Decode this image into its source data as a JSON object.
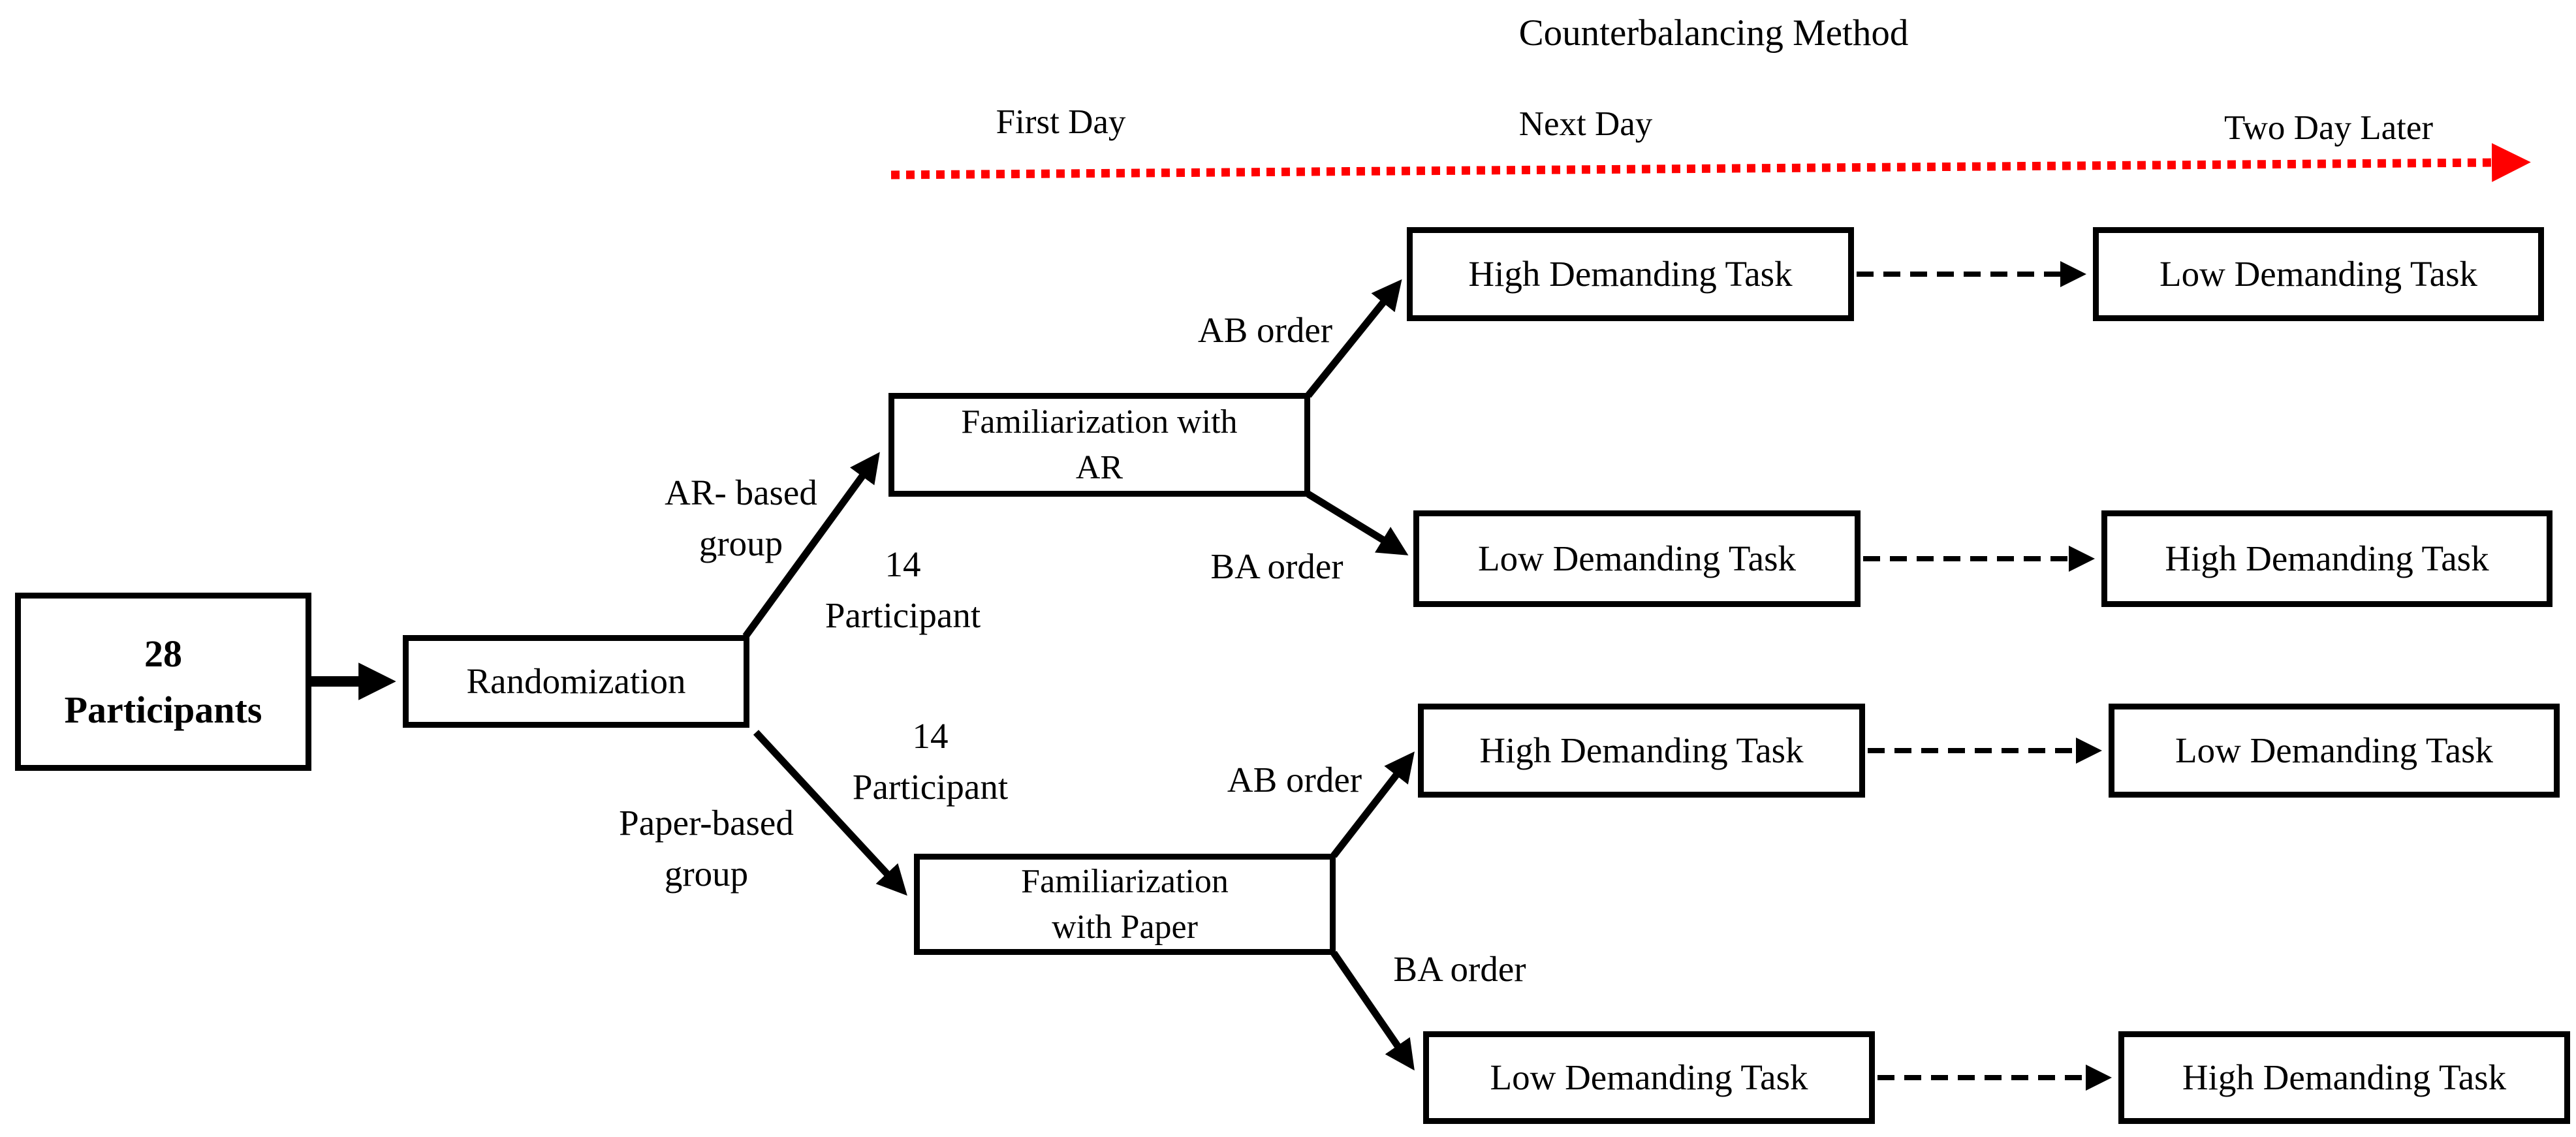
{
  "title": "Counterbalancing Method",
  "timeline": {
    "first_day": "First Day",
    "next_day": "Next Day",
    "two_day_later": "Two Day Later",
    "arrow_color": "#FF0000"
  },
  "nodes": {
    "participants": {
      "line1": "28",
      "line2": "Participants"
    },
    "randomization": {
      "label": "Randomization"
    },
    "fam_ar": {
      "line1": "Familiarization with",
      "line2": "AR"
    },
    "fam_paper": {
      "line1": "Familiarization",
      "line2": "with Paper"
    },
    "ar_ab_day1": {
      "label": "High Demanding Task"
    },
    "ar_ab_day2": {
      "label": "Low Demanding Task"
    },
    "ar_ba_day1": {
      "label": "Low Demanding Task"
    },
    "ar_ba_day2": {
      "label": "High Demanding Task"
    },
    "paper_ab_day1": {
      "label": "High Demanding Task"
    },
    "paper_ab_day2": {
      "label": "Low Demanding Task"
    },
    "paper_ba_day1": {
      "label": "Low Demanding Task"
    },
    "paper_ba_day2": {
      "label": "High Demanding Task"
    }
  },
  "branch_labels": {
    "ar_group": {
      "line1": "AR- based",
      "line2": "group"
    },
    "ar_count": {
      "line1": "14",
      "line2": "Participant"
    },
    "paper_group": {
      "line1": "Paper-based",
      "line2": "group"
    },
    "paper_count": {
      "line1": "14",
      "line2": "Participant"
    },
    "ab_top": "AB order",
    "ba_top": "BA order",
    "ab_bottom": "AB order",
    "ba_bottom": "BA order"
  },
  "colors": {
    "line": "#000000",
    "timeline_arrow": "#FF0000",
    "box_background": "#FFFFFF"
  }
}
